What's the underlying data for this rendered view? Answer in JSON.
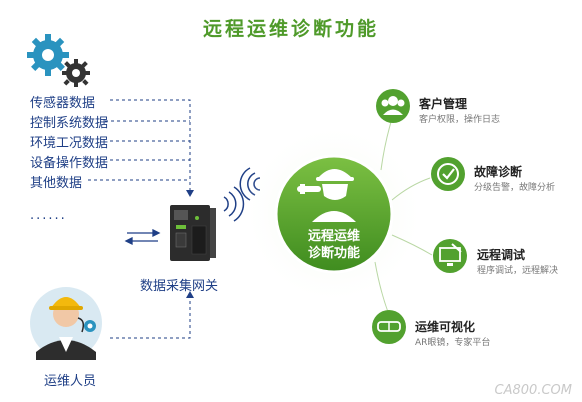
{
  "title": "远程运维诊断功能",
  "data_sources": [
    "传感器数据",
    "控制系统数据",
    "环境工况数据",
    "设备操作数据",
    "其他数据"
  ],
  "ellipsis": "......",
  "gateway_label": "数据采集网关",
  "person_label": "运维人员",
  "center_label": [
    "远程运维",
    "诊断功能"
  ],
  "features": [
    {
      "title": "客户管理",
      "sub": "客户权限，操作日志",
      "icon": "users-icon"
    },
    {
      "title": "故障诊断",
      "sub": "分级告警，故障分析",
      "icon": "check-clock-icon"
    },
    {
      "title": "远程调试",
      "sub": "程序调试，远程解决",
      "icon": "monitor-tools-icon"
    },
    {
      "title": "运维可视化",
      "sub": "AR眼镜，专家平台",
      "icon": "ar-glasses-icon"
    }
  ],
  "watermark": "CA800.COM",
  "colors": {
    "green": "#52a12f",
    "blue_text": "#1f3f86",
    "gear": "#2a93bf"
  }
}
